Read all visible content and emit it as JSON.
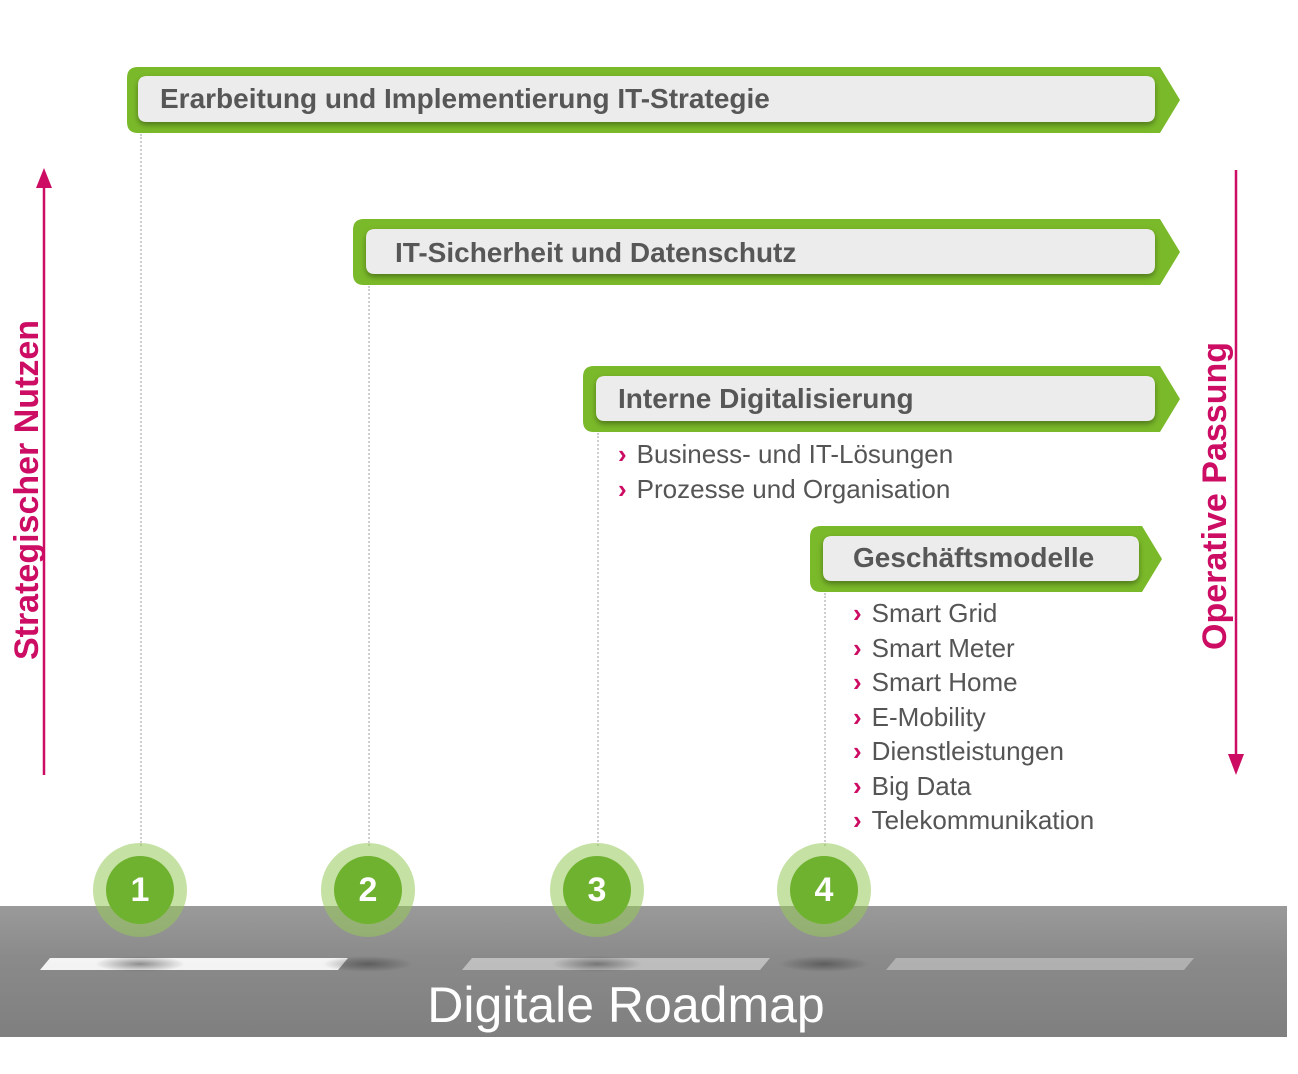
{
  "title": "Digitale Roadmap",
  "left_axis": {
    "label": "Strategischer Nutzen",
    "direction": "up"
  },
  "right_axis": {
    "label": "Operative Passung",
    "direction": "down"
  },
  "stages": [
    {
      "number": "1",
      "label": "Erarbeitung und Implementierung IT-Strategie",
      "items": []
    },
    {
      "number": "2",
      "label": "IT-Sicherheit und Datenschutz",
      "items": []
    },
    {
      "number": "3",
      "label": "Interne Digitalisierung",
      "items": [
        "Business- und IT-Lösungen",
        "Prozesse und Organisation"
      ]
    },
    {
      "number": "4",
      "label": "Geschäftsmodelle",
      "items": [
        "Smart Grid",
        "Smart Meter",
        "Smart Home",
        "E-Mobility",
        "Dienstleistungen",
        "Big Data",
        "Telekommunikation"
      ]
    }
  ],
  "bullet_glyph": "›",
  "colors": {
    "accent_green": "#7ab929",
    "accent_magenta": "#cc0d63",
    "road_gray": "#8c8c8c",
    "text_gray": "#575757"
  }
}
